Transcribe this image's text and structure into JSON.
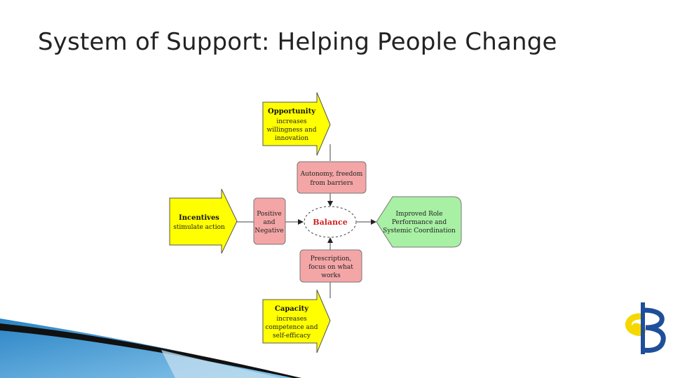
{
  "slide": {
    "title": "System of Support: Helping People Change"
  },
  "diagram": {
    "opportunity": {
      "head": "Opportunity",
      "lines": [
        "increases",
        "willingness and",
        "innovation"
      ]
    },
    "incentives": {
      "head": "Incentives",
      "lines": [
        "stimulate action"
      ]
    },
    "capacity": {
      "head": "Capacity",
      "lines": [
        "increases",
        "competence and",
        "self-efficacy"
      ]
    },
    "autonomy": {
      "lines": [
        "Autonomy, freedom",
        "from barriers"
      ]
    },
    "positive_negative": {
      "lines": [
        "Positive",
        "and",
        "Negative"
      ]
    },
    "prescription": {
      "lines": [
        "Prescription,",
        "focus on what",
        "works"
      ]
    },
    "balance": "Balance",
    "outcome": {
      "lines": [
        "Improved Role",
        "Performance and",
        "Systemic Coordination"
      ]
    }
  },
  "colors": {
    "yellow": "#ffff00",
    "pink": "#f4a6a6",
    "green": "#a8f0a4",
    "logo_blue": "#1f4e9a",
    "logo_yellow": "#f5d800"
  }
}
